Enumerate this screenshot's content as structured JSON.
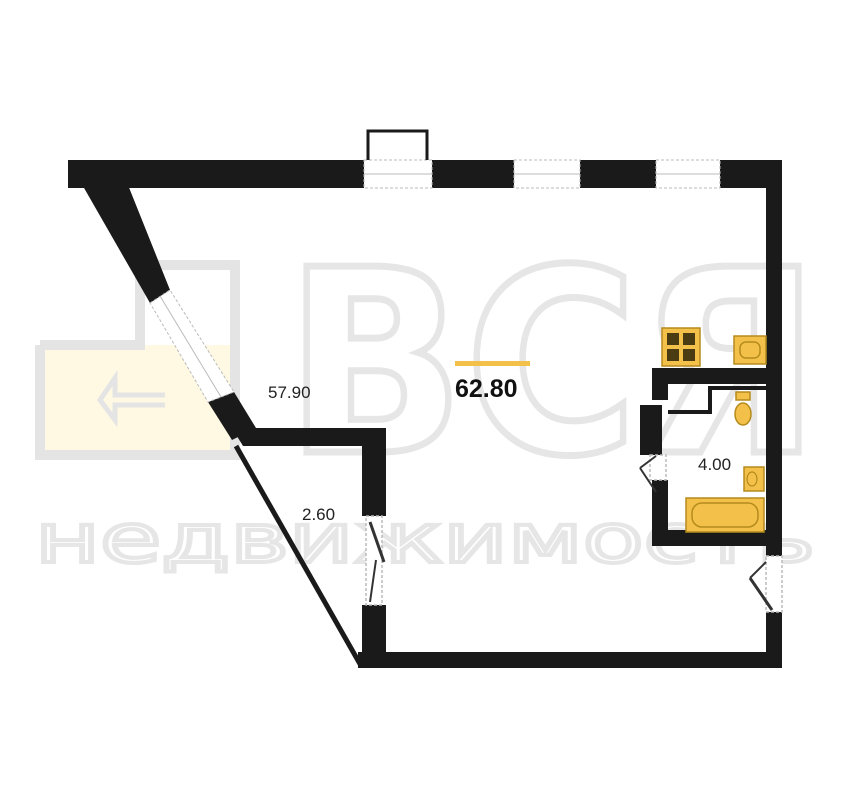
{
  "watermark": {
    "logo_text": "ВСЯ",
    "subtitle": "недвижимость"
  },
  "plan": {
    "total_area": "62.80",
    "rooms": [
      {
        "name": "main-room",
        "area": "57.90"
      },
      {
        "name": "balcony",
        "area": "2.60"
      },
      {
        "name": "bathroom",
        "area": "4.00"
      }
    ]
  },
  "colors": {
    "wall": "#1a1a1a",
    "accent": "#f3c14a",
    "watermark": "#e6e6e6",
    "fixture": "#f3c14a"
  }
}
